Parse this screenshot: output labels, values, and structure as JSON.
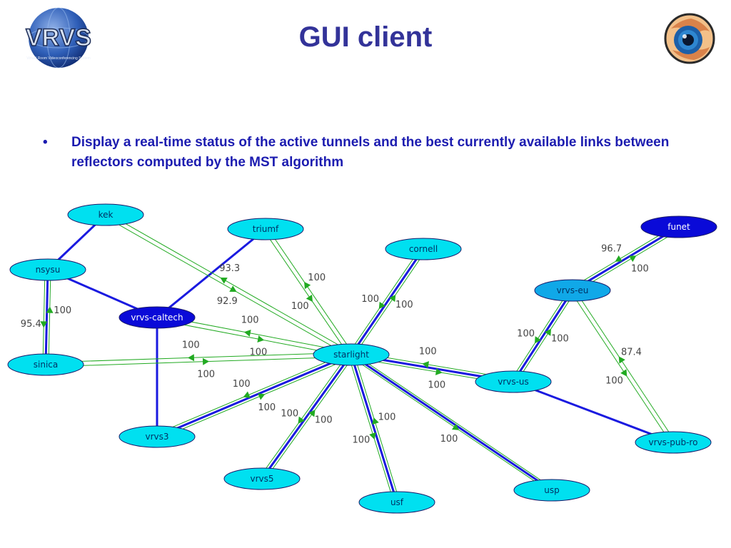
{
  "slide": {
    "title": "GUI client",
    "bullet_symbol": "•",
    "bullet_text": "Display a real-time status of the active tunnels and the best currently available links between reflectors computed by the MST algorithm",
    "logo_text": "VRVS",
    "logo_subtext": "Virtual Room Videoconferencing System"
  },
  "diagram": {
    "colors": {
      "node": "#00e0f0",
      "active": "#0a0ad8",
      "tunnel": "#1a1ae0",
      "link": "#22aa22"
    },
    "nodes": [
      {
        "id": "kek",
        "label": "kek"
      },
      {
        "id": "triumf",
        "label": "triumf"
      },
      {
        "id": "cornell",
        "label": "cornell"
      },
      {
        "id": "funet",
        "label": "funet"
      },
      {
        "id": "nsysu",
        "label": "nsysu"
      },
      {
        "id": "vrvs-eu",
        "label": "vrvs-eu"
      },
      {
        "id": "vrvs-caltech",
        "label": "vrvs-caltech"
      },
      {
        "id": "starlight",
        "label": "starlight"
      },
      {
        "id": "sinica",
        "label": "sinica"
      },
      {
        "id": "vrvs-us",
        "label": "vrvs-us"
      },
      {
        "id": "vrvs3",
        "label": "vrvs3"
      },
      {
        "id": "vrvs-pub-ro",
        "label": "vrvs-pub-ro"
      },
      {
        "id": "vrvs5",
        "label": "vrvs5"
      },
      {
        "id": "usp",
        "label": "usp"
      },
      {
        "id": "usf",
        "label": "usf"
      }
    ],
    "tunnels": [
      {
        "from": "kek",
        "to": "nsysu"
      },
      {
        "from": "nsysu",
        "to": "vrvs-caltech"
      },
      {
        "from": "triumf",
        "to": "vrvs-caltech"
      },
      {
        "from": "vrvs-caltech",
        "to": "vrvs3"
      },
      {
        "from": "vrvs-us",
        "to": "vrvs-pub-ro"
      },
      {
        "from": "starlight",
        "to": "usp"
      }
    ],
    "links": [
      {
        "from": "nsysu",
        "to": "sinica",
        "labels": [
          "95.4",
          "100"
        ],
        "tunnel": true
      },
      {
        "from": "kek",
        "to": "starlight",
        "labels": [
          "92.9",
          "93.3"
        ]
      },
      {
        "from": "triumf",
        "to": "starlight",
        "labels": [
          "100",
          "100"
        ]
      },
      {
        "from": "cornell",
        "to": "starlight",
        "labels": [
          "100",
          "100"
        ],
        "tunnel": true
      },
      {
        "from": "vrvs-caltech",
        "to": "starlight",
        "labels": [
          "100",
          "100"
        ]
      },
      {
        "from": "sinica",
        "to": "starlight",
        "labels": [
          "100",
          "100"
        ]
      },
      {
        "from": "starlight",
        "to": "vrvs-us",
        "labels": [
          "100",
          "100"
        ],
        "tunnel": true
      },
      {
        "from": "starlight",
        "to": "vrvs3",
        "labels": [
          "100",
          "100"
        ],
        "tunnel": true
      },
      {
        "from": "starlight",
        "to": "vrvs5",
        "labels": [
          "100",
          "100"
        ],
        "tunnel": true
      },
      {
        "from": "starlight",
        "to": "usf",
        "labels": [
          "100",
          "100"
        ],
        "tunnel": true
      },
      {
        "from": "starlight",
        "to": "usp",
        "labels": [
          "100"
        ]
      },
      {
        "from": "vrvs-eu",
        "to": "funet",
        "labels": [
          "100",
          "96.7"
        ],
        "tunnel": true
      },
      {
        "from": "vrvs-eu",
        "to": "vrvs-us",
        "labels": [
          "100",
          "100"
        ],
        "tunnel": true
      },
      {
        "from": "vrvs-eu",
        "to": "vrvs-pub-ro",
        "labels": [
          "100",
          "87.4"
        ]
      }
    ]
  }
}
